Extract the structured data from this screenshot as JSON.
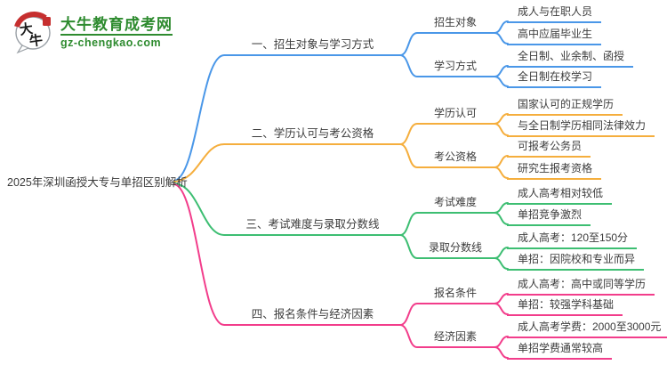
{
  "logo": {
    "icon_text_1": "大",
    "icon_text_2": "牛",
    "title": "大牛教育成考网",
    "domain": "gz-chengkao.com"
  },
  "root": {
    "label": "2025年深圳函授大专与单招区别解析"
  },
  "colors": {
    "branch1": "#4A97E8",
    "branch2": "#F5AE3D",
    "branch3": "#3DBE72",
    "branch4": "#F23D8B",
    "text": "#3c3c3c",
    "logo_green": "#2E8B2F",
    "seal_red": "#C62F2F"
  },
  "branches": [
    {
      "label": "一、招生对象与学习方式",
      "color": "#4A97E8",
      "children": [
        {
          "label": "招生对象",
          "leaves": [
            "成人与在职人员",
            "高中应届毕业生"
          ]
        },
        {
          "label": "学习方式",
          "leaves": [
            "全日制、业余制、函授",
            "全日制在校学习"
          ]
        }
      ]
    },
    {
      "label": "二、学历认可与考公资格",
      "color": "#F5AE3D",
      "children": [
        {
          "label": "学历认可",
          "leaves": [
            "国家认可的正规学历",
            "与全日制学历相同法律效力"
          ]
        },
        {
          "label": "考公资格",
          "leaves": [
            "可报考公务员",
            "研究生报考资格"
          ]
        }
      ]
    },
    {
      "label": "三、考试难度与录取分数线",
      "color": "#3DBE72",
      "children": [
        {
          "label": "考试难度",
          "leaves": [
            "成人高考相对较低",
            "单招竞争激烈"
          ]
        },
        {
          "label": "录取分数线",
          "leaves": [
            "成人高考：120至150分",
            "单招：因院校和专业而异"
          ]
        }
      ]
    },
    {
      "label": "四、报名条件与经济因素",
      "color": "#F23D8B",
      "children": [
        {
          "label": "报名条件",
          "leaves": [
            "成人高考：高中或同等学历",
            "单招：较强学科基础"
          ]
        },
        {
          "label": "经济因素",
          "leaves": [
            "成人高考学费：2000至3000元",
            "单招学费通常较高"
          ]
        }
      ]
    }
  ]
}
